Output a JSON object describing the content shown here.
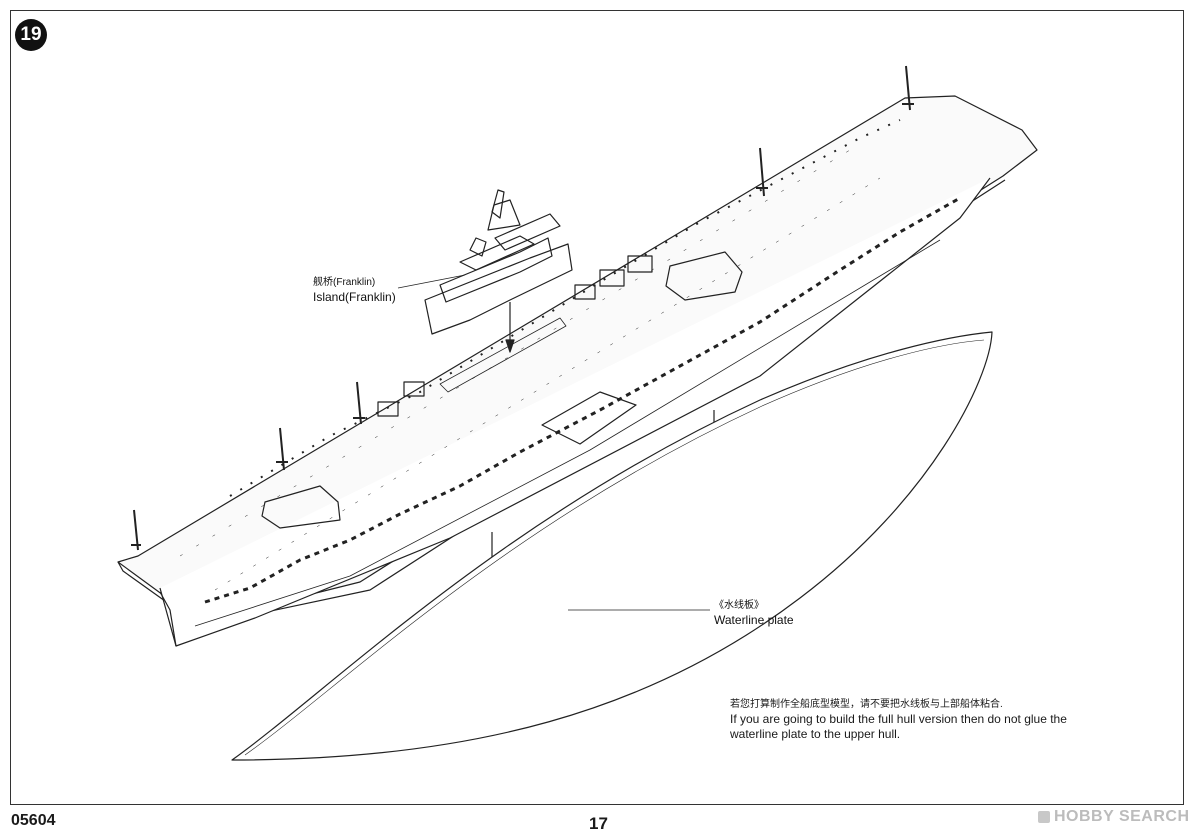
{
  "step_number": "19",
  "island": {
    "label_cn": "舰桥(Franklin)",
    "label_en": "Island(Franklin)"
  },
  "waterline": {
    "label_cn": "《水线板》",
    "label_en": "Waterline plate"
  },
  "note": {
    "cn": "若您打算制作全船底型模型，请不要把水线板与上部船体粘合.",
    "en_line1": "If you are going to build the full hull version then do not glue the",
    "en_line2": "waterline plate to the upper hull."
  },
  "footer": {
    "product_code": "05604",
    "page_number": "17"
  },
  "watermark": {
    "text": "HOBBY SEARCH"
  }
}
